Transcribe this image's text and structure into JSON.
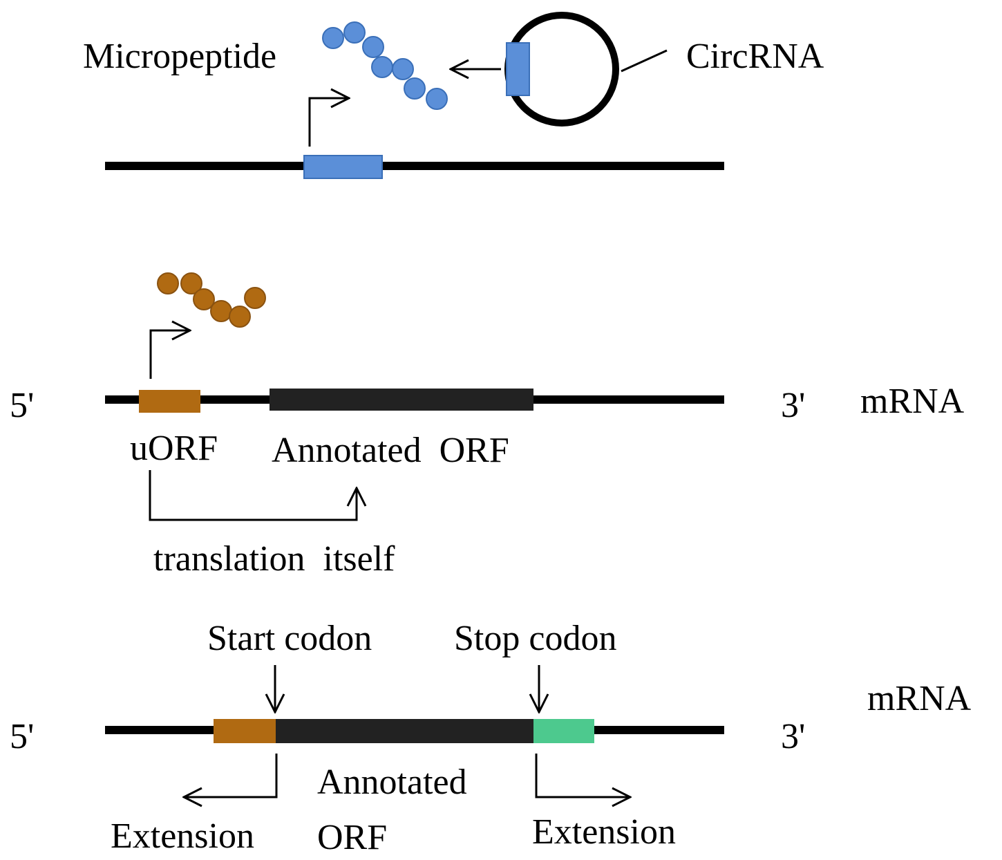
{
  "panel_circrna": {
    "micropeptide_label": "Micropeptide",
    "circrna_label": "CircRNA"
  },
  "panel_uorf": {
    "five_prime": "5'",
    "three_prime": "3'",
    "mrna_label": "mRNA",
    "uorf_label": "uORF",
    "annotated_orf_label": "Annotated  ORF",
    "translation_label": "translation  itself"
  },
  "panel_extension": {
    "five_prime": "5'",
    "three_prime": "3'",
    "mrna_label": "mRNA",
    "start_codon_label": "Start codon",
    "stop_codon_label": "Stop codon",
    "annotated_label_line1": "Annotated",
    "annotated_label_line2": "ORF",
    "extension_left_label": "Extension",
    "extension_right_label": "Extension"
  },
  "colors": {
    "blue": "#5b8fd8",
    "brown": "#b06a12",
    "green": "#4dc98e",
    "black": "#000000",
    "orf_dark": "#222222"
  }
}
